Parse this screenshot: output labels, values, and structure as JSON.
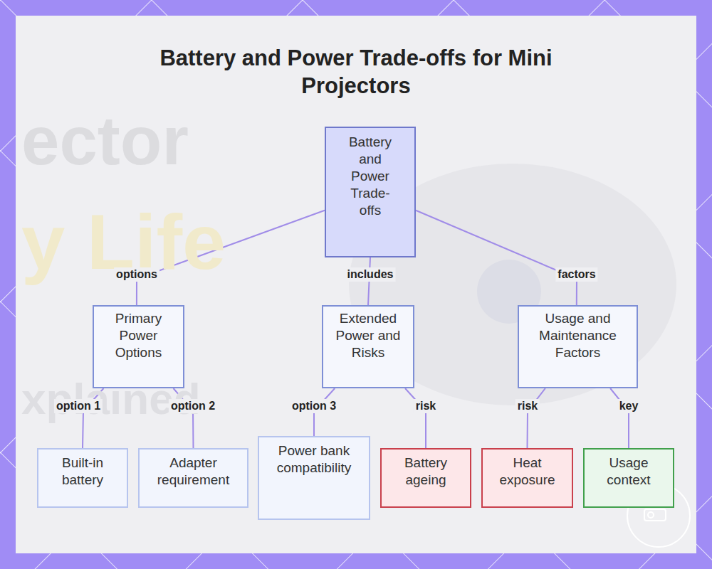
{
  "diagram": {
    "title": "Battery and Power Trade-offs for Mini Projectors",
    "nodes": [
      {
        "text": [
          "Battery and Power Trade-offs"
        ]
      },
      {
        "text": [
          "Primary Power Options"
        ]
      },
      {
        "text": [
          "Extended Power and Risks"
        ]
      },
      {
        "text": [
          "Usage and Maintenance Factors"
        ]
      },
      {
        "text": [
          "Built-in battery"
        ]
      },
      {
        "text": [
          "Adapter requirement"
        ]
      },
      {
        "text": [
          "Power bank compatibility"
        ]
      },
      {
        "text": [
          "Battery ageing"
        ]
      },
      {
        "text": [
          "Heat exposure"
        ]
      },
      {
        "text": [
          "Usage context"
        ]
      }
    ],
    "edges": [
      {
        "from": 0,
        "to": 1,
        "label": "options",
        "arrow": "none"
      },
      {
        "from": 0,
        "to": 2,
        "label": "includes",
        "arrow": "none"
      },
      {
        "from": 0,
        "to": 3,
        "label": "factors",
        "arrow": "none"
      },
      {
        "from": 1,
        "to": 4,
        "label": "option 1",
        "arrow": "none"
      },
      {
        "from": 1,
        "to": 5,
        "label": "option 2",
        "arrow": "none"
      },
      {
        "from": 2,
        "to": 6,
        "label": "option 3",
        "arrow": "none"
      },
      {
        "from": 2,
        "to": 7,
        "label": "risk",
        "arrow": "none"
      },
      {
        "from": 3,
        "to": 8,
        "label": "risk",
        "arrow": "none"
      },
      {
        "from": 3,
        "to": 9,
        "label": "key",
        "arrow": "none"
      }
    ],
    "labels": [
      "ector",
      "y Life",
      "xplained"
    ]
  }
}
